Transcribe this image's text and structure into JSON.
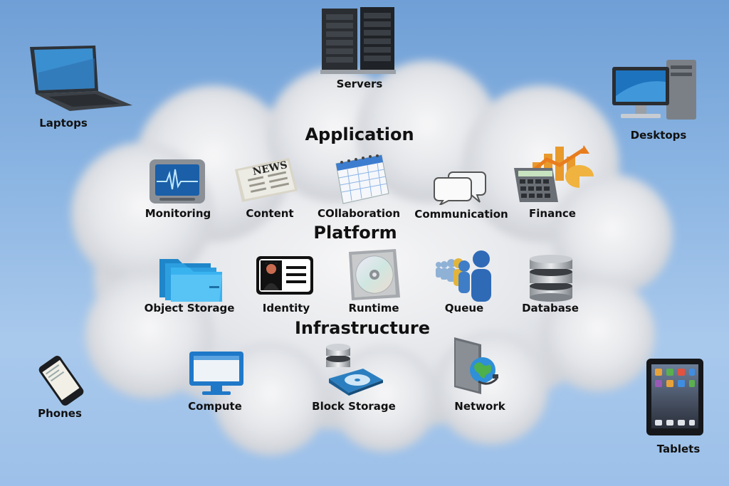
{
  "devices": {
    "servers": "Servers",
    "laptops": "Laptops",
    "desktops": "Desktops",
    "phones": "Phones",
    "tablets": "Tablets"
  },
  "layers": {
    "application": {
      "title": "Application",
      "items": [
        "Monitoring",
        "Content",
        "COllaboration",
        "Communication",
        "Finance"
      ]
    },
    "platform": {
      "title": "Platform",
      "items": [
        "Object Storage",
        "Identity",
        "Runtime",
        "Queue",
        "Database"
      ]
    },
    "infrastructure": {
      "title": "Infrastructure",
      "items": [
        "Compute",
        "Block Storage",
        "Network"
      ]
    }
  },
  "icon_text": {
    "news": "NEWS"
  },
  "icons": {
    "servers": "server-rack-icon",
    "laptops": "laptop-icon",
    "desktops": "desktop-computer-icon",
    "phones": "smartphone-icon",
    "tablets": "tablet-icon",
    "monitoring": "heart-monitor-icon",
    "content": "newspaper-icon",
    "collaboration": "calendar-icon",
    "communication": "speech-bubbles-icon",
    "finance": "calculator-chart-icon",
    "object_storage": "folders-icon",
    "identity": "id-card-icon",
    "runtime": "cd-disc-icon",
    "queue": "people-queue-icon",
    "database": "database-cylinder-icon",
    "compute": "monitor-icon",
    "block_storage": "disk-storage-icon",
    "network": "network-globe-icon"
  },
  "colors": {
    "sky_top": "#6f9fd6",
    "sky_bottom": "#9cc0e9",
    "cloud": "#e9ebee",
    "text": "#111111"
  }
}
